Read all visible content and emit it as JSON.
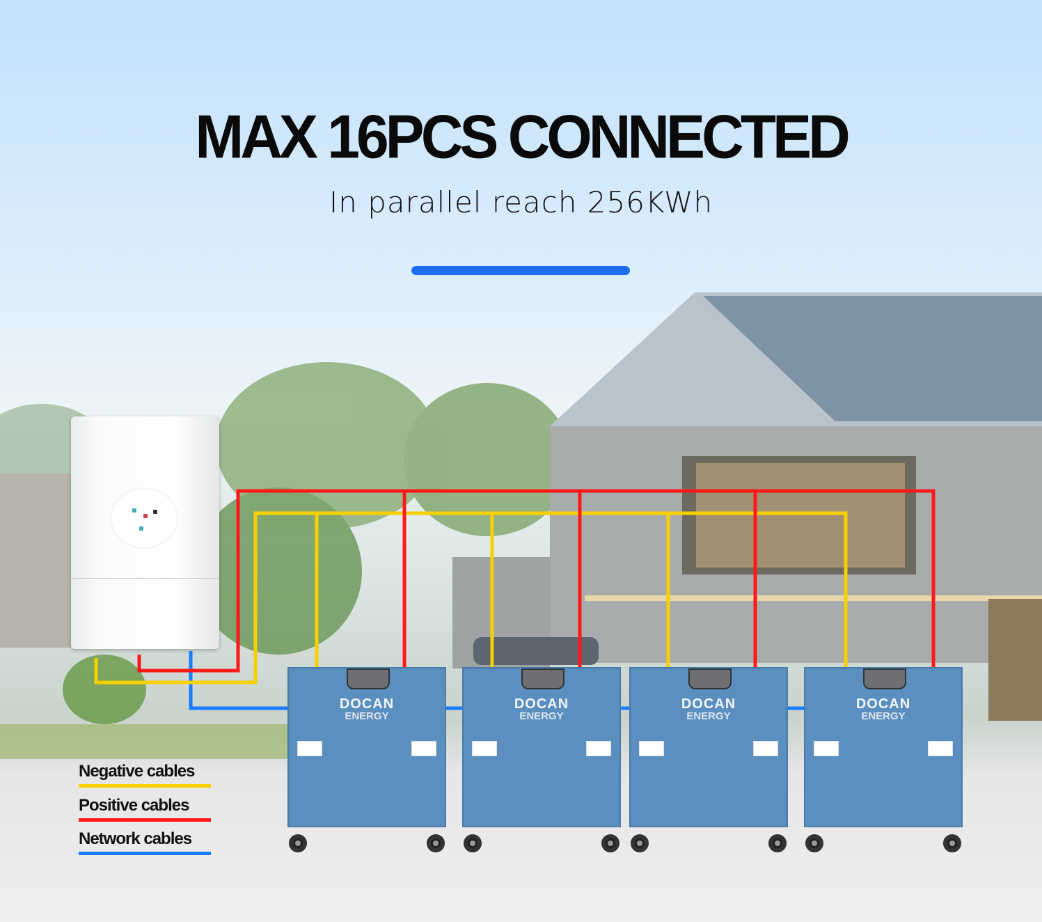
{
  "header": {
    "title": "MAX 16PCS CONNECTED",
    "subtitle": "In parallel reach 256KWh",
    "accent_color": "#1e6ff0"
  },
  "batteries": [
    {
      "brand": "DOCAN",
      "sub": "ENERGY"
    },
    {
      "brand": "DOCAN",
      "sub": "ENERGY"
    },
    {
      "brand": "DOCAN",
      "sub": "ENERGY"
    },
    {
      "brand": "DOCAN",
      "sub": "ENERGY"
    }
  ],
  "legend": [
    {
      "label": "Negative cables",
      "color": "#f7d000"
    },
    {
      "label": "Positive cables",
      "color": "#ff1a1a"
    },
    {
      "label": "Network cables",
      "color": "#1a7cff"
    }
  ]
}
